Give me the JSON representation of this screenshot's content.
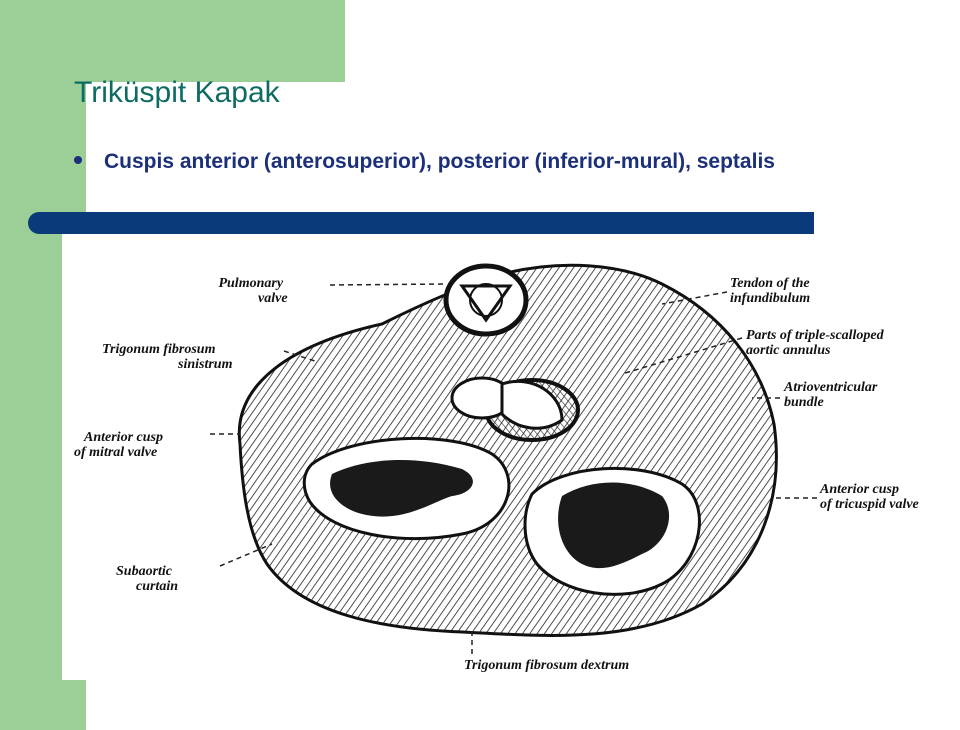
{
  "slide": {
    "title": "Triküspit Kapak",
    "bullet": "Cuspis anterior (anterosuperior), posterior (inferior-mural), septalis"
  },
  "colors": {
    "accent_green": "#9ccf97",
    "bar_blue": "#0a3a7a",
    "title_teal": "#0e6b63",
    "text_navy": "#1b2f7a"
  },
  "figure": {
    "labels": {
      "pulmonary_valve": [
        "Pulmonary",
        "valve"
      ],
      "trigonum_sinistrum": [
        "Trigonum fibrosum",
        "sinistrum"
      ],
      "anterior_mitral": [
        "Anterior cusp",
        "of mitral valve"
      ],
      "subaortic": [
        "Subaortic",
        "curtain"
      ],
      "tendon_infundibulum": [
        "Tendon of the",
        "infundibulum"
      ],
      "aortic_annulus": [
        "Parts of triple-scalloped",
        "aortic annulus"
      ],
      "av_bundle": [
        "Atrioventricular",
        "bundle"
      ],
      "anterior_tricuspid": [
        "Anterior cusp",
        "of tricuspid valve"
      ],
      "trigonum_dextrum": "Trigonum fibrosum dextrum"
    }
  }
}
